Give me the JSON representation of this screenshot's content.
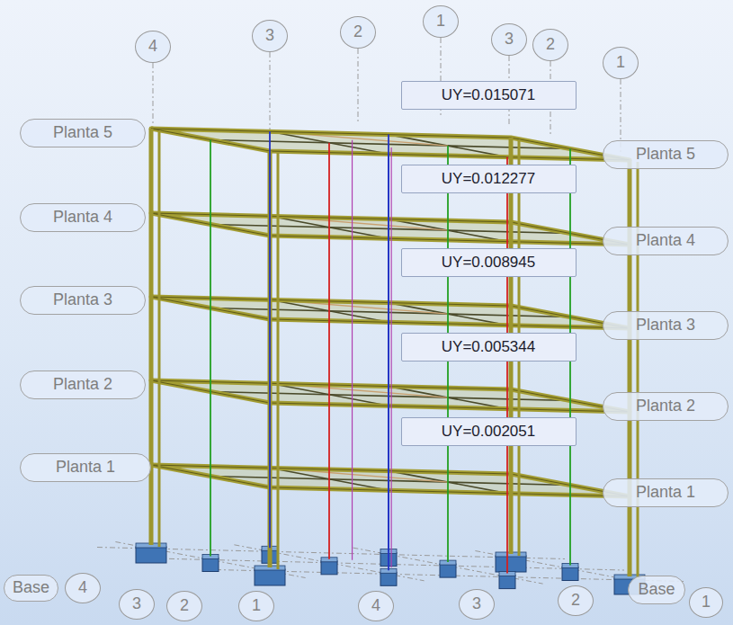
{
  "diagram": {
    "nodes": [
      {
        "text": [
          "4"
        ]
      },
      {
        "text": [
          "3"
        ]
      },
      {
        "text": [
          "2"
        ]
      },
      {
        "text": [
          "1"
        ]
      },
      {
        "text": [
          "3"
        ]
      },
      {
        "text": [
          "2"
        ]
      },
      {
        "text": [
          "1"
        ]
      },
      {
        "text": [
          "UY=0.015071"
        ]
      },
      {
        "text": [
          "Planta 5"
        ]
      },
      {
        "text": [
          "Planta 5"
        ]
      },
      {
        "text": [
          "UY=0.012277"
        ]
      },
      {
        "text": [
          "Planta 4"
        ]
      },
      {
        "text": [
          "Planta 4"
        ]
      },
      {
        "text": [
          "UY=0.008945"
        ]
      },
      {
        "text": [
          "Planta 3"
        ]
      },
      {
        "text": [
          "Planta 3"
        ]
      },
      {
        "text": [
          "UY=0.005344"
        ]
      },
      {
        "text": [
          "Planta 2"
        ]
      },
      {
        "text": [
          "Planta 2"
        ]
      },
      {
        "text": [
          "UY=0.002051"
        ]
      },
      {
        "text": [
          "Planta 1"
        ]
      },
      {
        "text": [
          "Planta 1"
        ]
      },
      {
        "text": [
          "Base"
        ]
      },
      {
        "text": [
          "4"
        ]
      },
      {
        "text": [
          "3"
        ]
      },
      {
        "text": [
          "2"
        ]
      },
      {
        "text": [
          "1"
        ]
      },
      {
        "text": [
          "4"
        ]
      },
      {
        "text": [
          "3"
        ]
      },
      {
        "text": [
          "2"
        ]
      },
      {
        "text": [
          "Base"
        ]
      },
      {
        "text": [
          "1"
        ]
      }
    ]
  }
}
